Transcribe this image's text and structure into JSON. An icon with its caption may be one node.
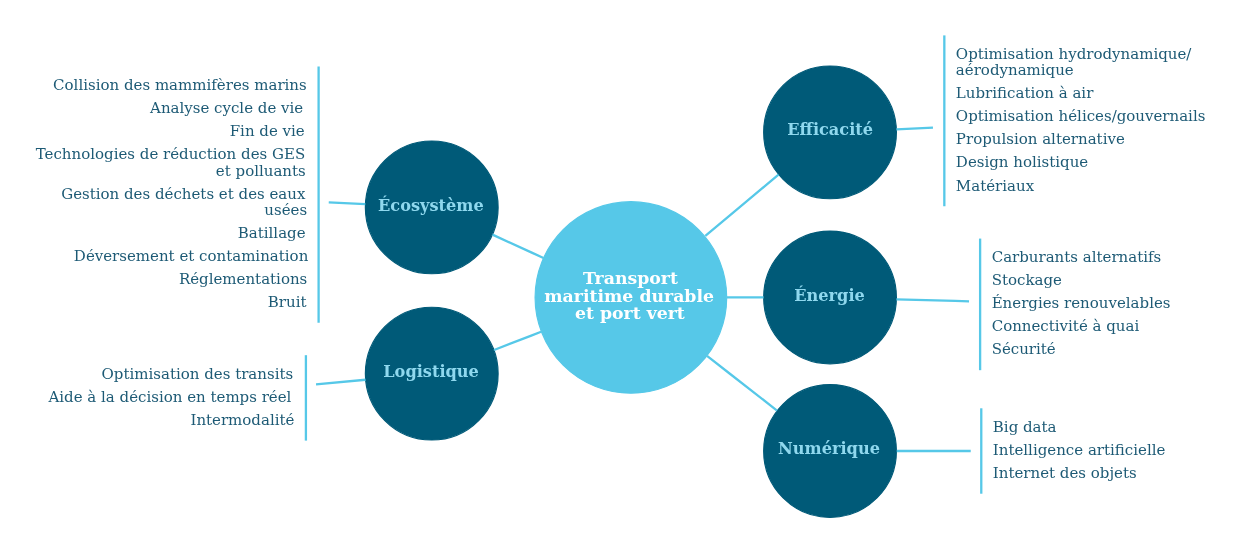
{
  "diagram": {
    "nodes": [
      {
        "text": [
          "Collision des mammifères marins",
          "Analyse cycle de vie",
          "Fin de vie",
          "Technologies de réduction des GES et polluants",
          "Gestion des déchets et des eaux usées",
          "Batillage",
          "Déversement et contamination",
          "Réglementations",
          "Bruit"
        ]
      },
      {
        "text": [
          "Écosystème"
        ]
      },
      {
        "text": [
          "Efficacité"
        ]
      },
      {
        "text": [
          "Optimisation hydrodynamique/ aérodynamique",
          "Lubrification à air",
          "Optimisation hélices/gouvernails",
          "Propulsion alternative",
          "Design holistique",
          "Matériaux"
        ]
      },
      {
        "text": [
          "Transport maritime durable et port vert"
        ]
      },
      {
        "text": [
          "Logistique"
        ]
      },
      {
        "text": [
          "Énergie"
        ]
      },
      {
        "text": [
          "Carburants alternatifs",
          "Stockage",
          "Énergies renouvelables",
          "Connectivité à quai",
          "Sécurité"
        ]
      },
      {
        "text": [
          "Optimisation des transits",
          "Aide à la décision en temps réel",
          "Intermodalité"
        ]
      },
      {
        "text": [
          "Numérique"
        ]
      },
      {
        "text": [
          "Big data",
          "Intelligence artificielle",
          "Internet des objets"
        ]
      }
    ],
    "edges": [
      {
        "from": 0,
        "to": 1,
        "arrow": "none"
      },
      {
        "from": 8,
        "to": 5,
        "arrow": "none"
      },
      {
        "from": 1,
        "to": 4,
        "arrow": "none"
      },
      {
        "from": 5,
        "to": 4,
        "arrow": "none"
      },
      {
        "from": 4,
        "to": 2,
        "arrow": "none"
      },
      {
        "from": 4,
        "to": 6,
        "arrow": "none"
      },
      {
        "from": 4,
        "to": 9,
        "arrow": "none"
      },
      {
        "from": 2,
        "to": 3,
        "arrow": "none"
      },
      {
        "from": 6,
        "to": 7,
        "arrow": "none"
      },
      {
        "from": 9,
        "to": 10,
        "arrow": "none"
      }
    ]
  }
}
